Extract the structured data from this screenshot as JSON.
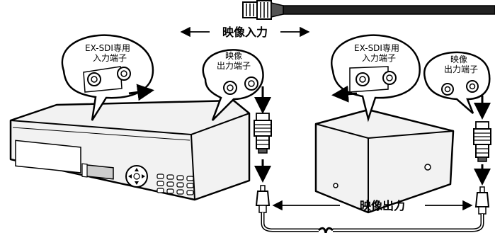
{
  "labels": {
    "video_input": "映像入力",
    "video_output": "映像出力",
    "exsdi_left_line1": "EX-SDI専用",
    "exsdi_left_line2": "入力端子",
    "video_out_left_line1": "映像",
    "video_out_left_line2": "出力端子",
    "exsdi_right_line1": "EX-SDI専用",
    "exsdi_right_line2": "入力端子",
    "video_out_right_line1": "映像",
    "video_out_right_line2": "出力端子"
  },
  "colors": {
    "ink": "#000000",
    "background": "#ffffff",
    "device_fill": "#f2f2f2"
  },
  "icons": {
    "bnc_connector": "bnc-plug-icon",
    "rca_plug": "rca-plug-icon",
    "flow_arrow": "arrow-icon"
  }
}
